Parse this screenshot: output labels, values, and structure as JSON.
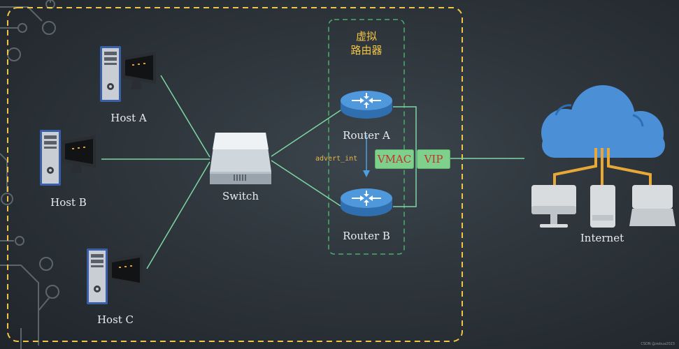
{
  "diagram": {
    "virtual_router_label": "虚拟\n路由器",
    "hosts": [
      {
        "id": "host-a",
        "label": "Host A"
      },
      {
        "id": "host-b",
        "label": "Host B"
      },
      {
        "id": "host-c",
        "label": "Host C"
      }
    ],
    "switch_label": "Switch",
    "routers": [
      {
        "id": "router-a",
        "label": "Router A"
      },
      {
        "id": "router-b",
        "label": "Router B"
      }
    ],
    "advert_label": "advert_int",
    "vmac_label": "VMAC",
    "vip_label": "VIP",
    "internet_label": "Internet",
    "credit": "CSDN @zebua2023",
    "colors": {
      "outer_border": "#f2c443",
      "vr_border": "#4cae6a",
      "links": "#7ed6a2",
      "tag_fill": "#7ed08c",
      "tag_text": "#c0322b",
      "cloud": "#4b8fd6",
      "cloud_conduits": "#e8a838",
      "router_body": "#3f86cc"
    }
  }
}
